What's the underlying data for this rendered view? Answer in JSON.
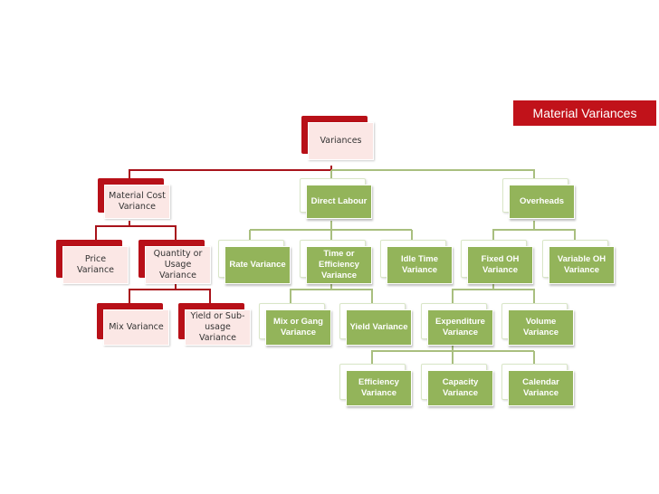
{
  "title": "Material Variances",
  "colors": {
    "red_accent": "#c1121a",
    "red_fill": "#fbe7e5",
    "green_fill": "#93b45a",
    "red_line": "#a8131b",
    "green_line": "#a9bf7f"
  },
  "nodes": {
    "variances": "Variances",
    "material_cost": "Material Cost Variance",
    "direct_labour": "Direct Labour",
    "overheads": "Overheads",
    "price": "Price Variance",
    "quantity_usage": "Quantity or Usage Variance",
    "rate": "Rate Variance",
    "time_efficiency": "Time or Efficiency Variance",
    "idle_time": "Idle Time Variance",
    "fixed_oh": "Fixed OH Variance",
    "variable_oh": "Variable OH Variance",
    "mix": "Mix Variance",
    "yield_sub_usage": "Yield or Sub-usage Variance",
    "mix_gang": "Mix or Gang Variance",
    "yield": "Yield Variance",
    "expenditure": "Expenditure Variance",
    "volume": "Volume Variance",
    "efficiency": "Efficiency Variance",
    "capacity": "Capacity Variance",
    "calendar": "Calendar Variance"
  }
}
